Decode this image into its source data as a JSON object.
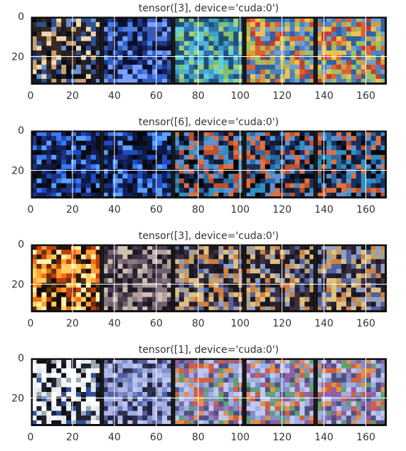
{
  "chart_data": [
    {
      "type": "image-grid",
      "title": "tensor([3], device='cuda:0')",
      "xlim": [
        0,
        170
      ],
      "ylim": [
        34,
        0
      ],
      "xticks": [
        0,
        20,
        40,
        60,
        80,
        100,
        120,
        140,
        160
      ],
      "yticks": [
        0,
        20
      ],
      "grid": true,
      "panels": [
        {
          "x0": 0,
          "x1": 34,
          "pattern": "cat-original"
        },
        {
          "x0": 34,
          "x1": 68,
          "pattern": "blue-noise"
        },
        {
          "x0": 68,
          "x1": 102,
          "pattern": "cyan-heat"
        },
        {
          "x0": 102,
          "x1": 136,
          "pattern": "warm-heat"
        },
        {
          "x0": 136,
          "x1": 170,
          "pattern": "warm-heat"
        }
      ]
    },
    {
      "type": "image-grid",
      "title": "tensor([6], device='cuda:0')",
      "xlim": [
        0,
        170
      ],
      "ylim": [
        34,
        0
      ],
      "xticks": [
        0,
        20,
        40,
        60,
        80,
        100,
        120,
        140,
        160
      ],
      "yticks": [
        0,
        20
      ],
      "grid": true,
      "panels": [
        {
          "x0": 0,
          "x1": 34,
          "pattern": "dark-blue"
        },
        {
          "x0": 34,
          "x1": 68,
          "pattern": "dark-blue"
        },
        {
          "x0": 68,
          "x1": 102,
          "pattern": "dark-heat"
        },
        {
          "x0": 102,
          "x1": 136,
          "pattern": "dark-heat"
        },
        {
          "x0": 136,
          "x1": 170,
          "pattern": "dark-heat"
        }
      ]
    },
    {
      "type": "image-grid",
      "title": "tensor([3], device='cuda:0')",
      "xlim": [
        0,
        170
      ],
      "ylim": [
        34,
        0
      ],
      "xticks": [
        0,
        20,
        40,
        60,
        80,
        100,
        120,
        140,
        160
      ],
      "yticks": [
        0,
        20
      ],
      "grid": true,
      "panels": [
        {
          "x0": 0,
          "x1": 34,
          "pattern": "orange-bright"
        },
        {
          "x0": 34,
          "x1": 68,
          "pattern": "muted-dark"
        },
        {
          "x0": 68,
          "x1": 102,
          "pattern": "muted-heat"
        },
        {
          "x0": 102,
          "x1": 136,
          "pattern": "muted-heat"
        },
        {
          "x0": 136,
          "x1": 170,
          "pattern": "muted-heat"
        }
      ]
    },
    {
      "type": "image-grid",
      "title": "tensor([1], device='cuda:0')",
      "xlim": [
        0,
        170
      ],
      "ylim": [
        34,
        0
      ],
      "xticks": [
        0,
        20,
        40,
        60,
        80,
        100,
        120,
        140,
        160
      ],
      "yticks": [
        0,
        20
      ],
      "grid": true,
      "panels": [
        {
          "x0": 0,
          "x1": 34,
          "pattern": "car-white"
        },
        {
          "x0": 34,
          "x1": 68,
          "pattern": "car-blue"
        },
        {
          "x0": 68,
          "x1": 102,
          "pattern": "car-heat"
        },
        {
          "x0": 102,
          "x1": 136,
          "pattern": "car-heat"
        },
        {
          "x0": 136,
          "x1": 170,
          "pattern": "car-heat"
        }
      ]
    }
  ],
  "colors": {
    "gridline": "#ffffff",
    "tick_text": "#333333",
    "frame": "#111111"
  }
}
